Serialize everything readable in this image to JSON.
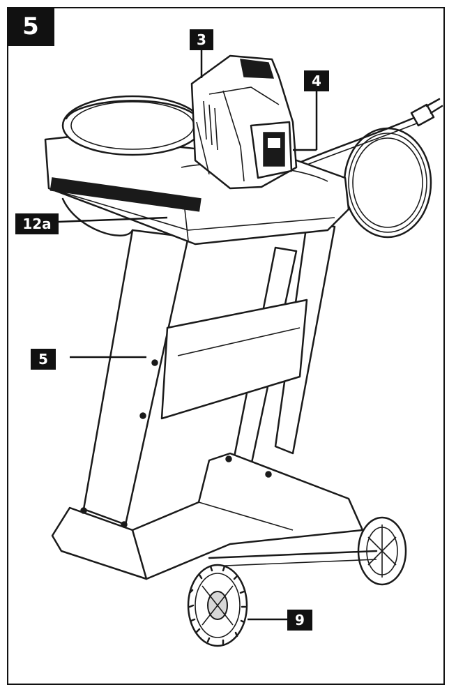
{
  "figure": {
    "number": "5",
    "callouts": {
      "motor_unit": "3",
      "power_cord": "4",
      "funnel_latch": "12a",
      "frame": "5",
      "wheel": "9"
    }
  }
}
